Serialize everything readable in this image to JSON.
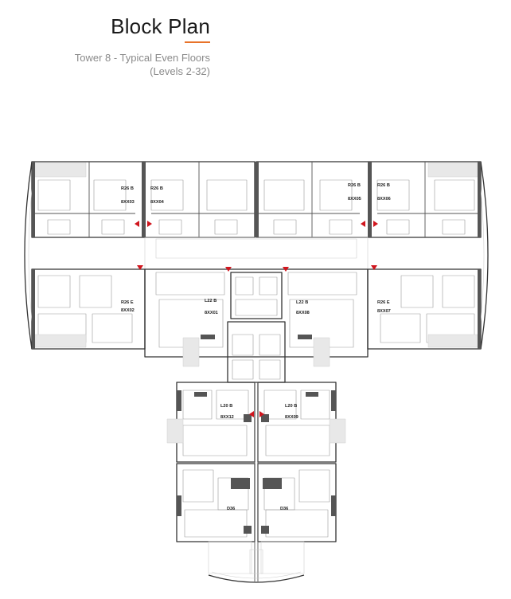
{
  "header": {
    "title": "Block Plan",
    "subtitle_line1": "Tower 8 - Typical Even Floors",
    "subtitle_line2": "(Levels 2-32)"
  },
  "colors": {
    "accent": "#e8732a",
    "arrow": "#d0151d",
    "wall": "#333333",
    "wall_dark": "#555555",
    "line": "#9a9a9a",
    "light": "#cfcfcf",
    "balcony": "#e8e8e8"
  },
  "units": [
    {
      "type": "R26 B",
      "code": "8XX03"
    },
    {
      "type": "R26 B",
      "code": "8XX04"
    },
    {
      "type": "R26 B",
      "code": "8XX05"
    },
    {
      "type": "R26 B",
      "code": "8XX06"
    },
    {
      "type": "R26 E",
      "code": "8XX02"
    },
    {
      "type": "L22 B",
      "code": "8XX01"
    },
    {
      "type": "L22 B",
      "code": "8XX08"
    },
    {
      "type": "R26 E",
      "code": "8XX07"
    },
    {
      "type": "L20 B",
      "code": "8XX12"
    },
    {
      "type": "L20 B",
      "code": "8XX09"
    },
    {
      "type": "D36",
      "code": ""
    },
    {
      "type": "D36",
      "code": ""
    }
  ]
}
